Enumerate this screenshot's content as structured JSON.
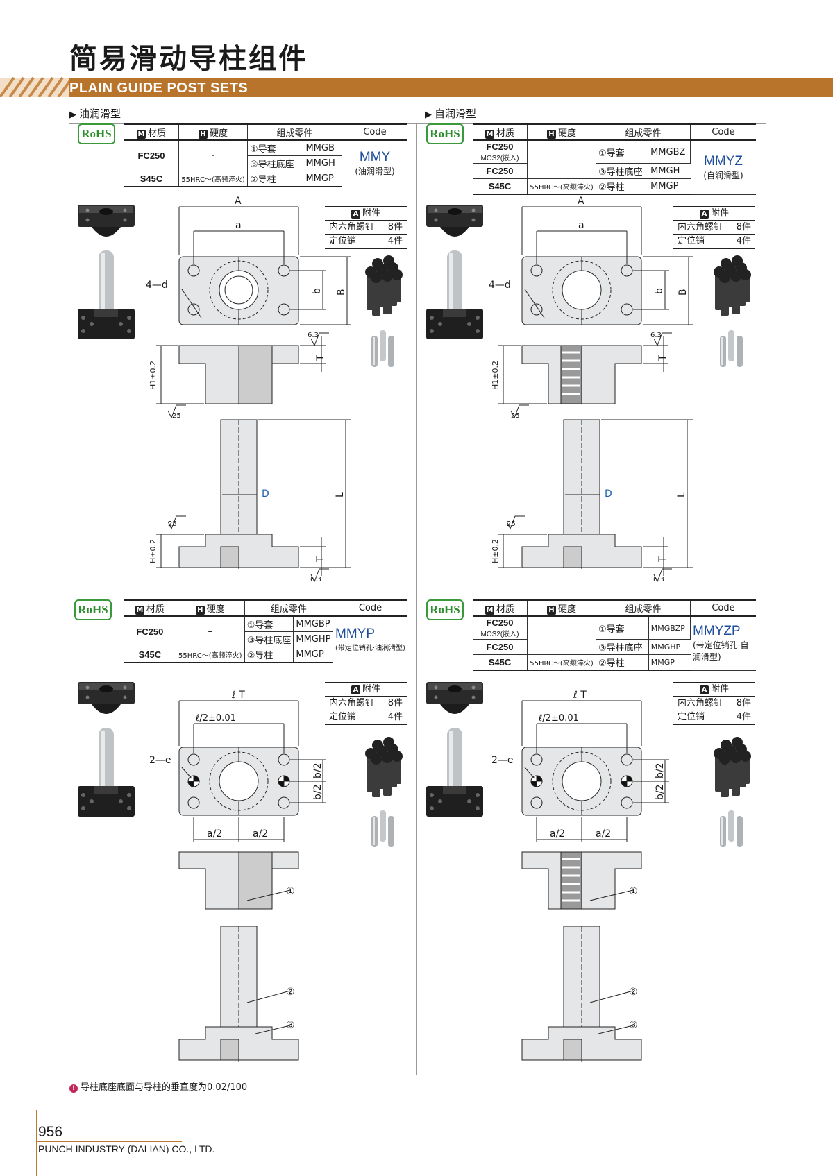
{
  "header": {
    "title": "简易滑动导柱组件",
    "subtitle": "PLAIN GUIDE POST SETS"
  },
  "sections": {
    "oil": "油润滑型",
    "self": "自润滑型"
  },
  "rohs": "RoHS",
  "table_headers": {
    "m": "M",
    "material": "材质",
    "h": "H",
    "hardness": "硬度",
    "parts": "组成零件",
    "code": "Code"
  },
  "tables": [
    {
      "rows": [
        {
          "material": "FC250",
          "hardness": "–",
          "part1": "①导套",
          "code1": "MMGB",
          "part3": "③导柱底座",
          "code3": "MMGH"
        },
        {
          "material": "S45C",
          "hardness": "55HRC～(高频淬火)",
          "part2": "②导柱",
          "code2": "MMGP"
        }
      ],
      "code": "MMY",
      "code_note": "(油润滑型)"
    },
    {
      "rows": [
        {
          "material": "FC250",
          "material_note": "MOS2(嵌入)",
          "hardness": "–",
          "part1": "①导套",
          "code1": "MMGBZ"
        },
        {
          "material": "FC250",
          "part3": "③导柱底座",
          "code3": "MMGH"
        },
        {
          "material": "S45C",
          "hardness": "55HRC～(高频淬火)",
          "part2": "②导柱",
          "code2": "MMGP"
        }
      ],
      "code": "MMYZ",
      "code_note": "(自润滑型)"
    },
    {
      "rows": [
        {
          "material": "FC250",
          "hardness": "–",
          "part1": "①导套",
          "code1": "MMGBP",
          "part3": "③导柱底座",
          "code3": "MMGHP"
        },
        {
          "material": "S45C",
          "hardness": "55HRC～(高频淬火)",
          "part2": "②导柱",
          "code2": "MMGP"
        }
      ],
      "code": "MMYP",
      "code_note": "(带定位销孔·油润滑型)"
    },
    {
      "rows": [
        {
          "material": "FC250",
          "material_note": "MOS2(嵌入)",
          "hardness": "–",
          "part1": "①导套",
          "code1": "MMGBZP"
        },
        {
          "material": "FC250",
          "part3": "③导柱底座",
          "code3": "MMGHP"
        },
        {
          "material": "S45C",
          "hardness": "55HRC～(高频淬火)",
          "part2": "②导柱",
          "code2": "MMGP"
        }
      ],
      "code": "MMYZP",
      "code_note": "(带定位销孔·自润滑型)"
    }
  ],
  "accessory": {
    "badge": "A",
    "title": "附件",
    "items": [
      {
        "name": "内六角螺钉",
        "qty": "8件"
      },
      {
        "name": "定位销",
        "qty": "4件"
      }
    ]
  },
  "dims": {
    "A": "A",
    "a": "a",
    "b": "b",
    "B": "B",
    "holes_d": "4—d",
    "holes_e": "2—e",
    "T": "T",
    "H1": "H1±0.2",
    "H": "H±0.2",
    "D": "D",
    "L": "L",
    "rough_fine": "6.3",
    "rough_coarse": "25",
    "lT": "ℓ T",
    "l_half": "ℓ/2±0.01",
    "a_half": "a/2",
    "b_half": "b/2",
    "c1": "①",
    "c2": "②",
    "c3": "③"
  },
  "footnote": "导柱底座底面与导柱的垂直度为0.02/100",
  "footer": {
    "page": "956",
    "company": "PUNCH INDUSTRY (DALIAN) CO., LTD."
  },
  "colors": {
    "accent": "#b8742b",
    "rohs": "#2f8f2f",
    "code": "#1f4e9a",
    "dim_blue": "#1f62b0"
  }
}
